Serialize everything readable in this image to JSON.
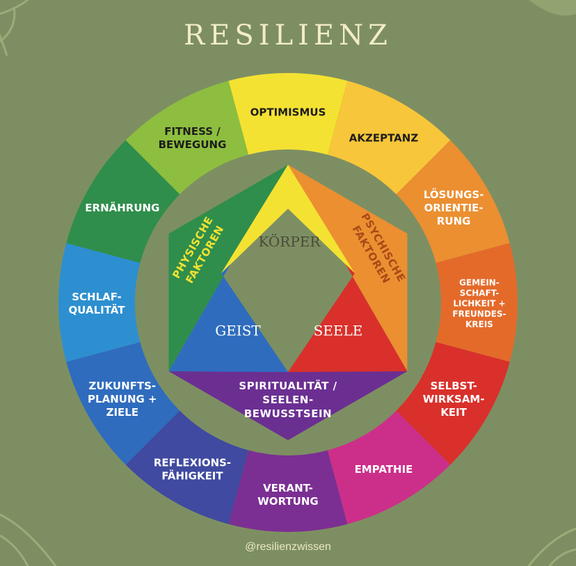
{
  "title": "RESILIENZ",
  "handle": "@resilienzwissen",
  "colors": {
    "background": "#7d8f62",
    "title": "#f2edc6"
  },
  "ring_segments": [
    {
      "id": "optimismus",
      "lines": [
        "OPTIMISMUS"
      ],
      "color": "#f4e232",
      "text_color": "#1d1d1b"
    },
    {
      "id": "akzeptanz",
      "lines": [
        "AKZEPTANZ"
      ],
      "color": "#f7c63a",
      "text_color": "#1d1d1b"
    },
    {
      "id": "loesungsorientierung",
      "lines": [
        "LÖSUNGS-",
        "ORIENTIE-",
        "RUNG"
      ],
      "color": "#eb8f31",
      "text_color": "#ffffff"
    },
    {
      "id": "gemeinschaftlichkeit",
      "lines": [
        "GEMEIN-",
        "SCHAFT-",
        "LICHKEIT +",
        "FREUNDES-",
        "KREIS"
      ],
      "color": "#e46a2a",
      "text_color": "#ffffff",
      "small": true
    },
    {
      "id": "selbstwirksamkeit",
      "lines": [
        "SELBST-",
        "WIRKSAM-",
        "KEIT"
      ],
      "color": "#d9302b",
      "text_color": "#ffffff"
    },
    {
      "id": "empathie",
      "lines": [
        "EMPATHIE"
      ],
      "color": "#cc2f8a",
      "text_color": "#ffffff"
    },
    {
      "id": "verantwortung",
      "lines": [
        "VERANT-",
        "WORTUNG"
      ],
      "color": "#7b2f92",
      "text_color": "#ffffff"
    },
    {
      "id": "reflexionsfaehigkeit",
      "lines": [
        "REFLEXIONS-",
        "FÄHIGKEIT"
      ],
      "color": "#3f4aa0",
      "text_color": "#ffffff"
    },
    {
      "id": "zukunftsplanung",
      "lines": [
        "ZUKUNFTS-",
        "PLANUNG +",
        "ZIELE"
      ],
      "color": "#2f6cbe",
      "text_color": "#ffffff"
    },
    {
      "id": "schlafqualitaet",
      "lines": [
        "SCHLAF-",
        "QUALITÄT"
      ],
      "color": "#2d8fd0",
      "text_color": "#ffffff"
    },
    {
      "id": "ernaehrung",
      "lines": [
        "ERNÄHRUNG"
      ],
      "color": "#2f8e4b",
      "text_color": "#ffffff"
    },
    {
      "id": "fitness",
      "lines": [
        "FITNESS /",
        "BEWEGUNG"
      ],
      "color": "#8dbe3f",
      "text_color": "#1d1d1b"
    }
  ],
  "core": {
    "koerper": {
      "label": "KÖRPER",
      "color": "#f4e232",
      "text_color": "#4a4a3a"
    },
    "geist": {
      "label": "GEIST",
      "color": "#2f6cbe",
      "text_color": "#ffffff"
    },
    "seele": {
      "label": "SEELE",
      "color": "#d9302b",
      "text_color": "#ffffff"
    }
  },
  "factors": {
    "physische": {
      "lines": [
        "PHYSISCHE",
        "FAKTOREN"
      ],
      "color": "#2f8e4b",
      "text_color": "#f4e232"
    },
    "psychische": {
      "lines": [
        "PSYCHISCHE",
        "FAKTOREN"
      ],
      "color": "#eb8f31",
      "text_color": "#a84a17"
    },
    "spiritualitaet": {
      "lines": [
        "SPIRITUALITÄT /",
        "SEELEN-",
        "BEWUSSTSEIN"
      ],
      "color": "#6b2f92",
      "text_color": "#ffffff"
    }
  }
}
